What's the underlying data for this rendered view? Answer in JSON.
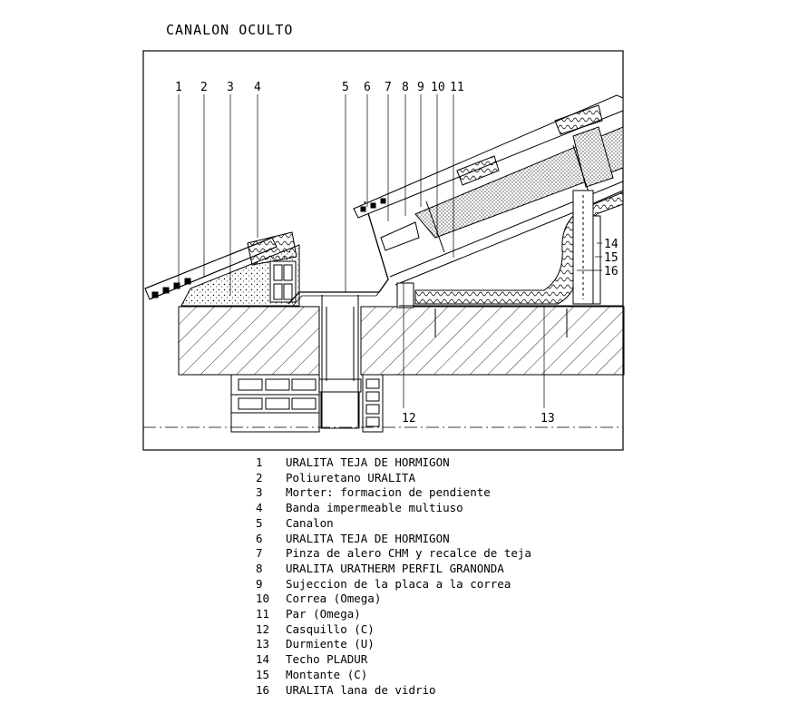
{
  "title": "CANALON OCULTO",
  "callouts_top": [
    "1",
    "2",
    "3",
    "4",
    "5",
    "6",
    "7",
    "8",
    "9",
    "10",
    "11"
  ],
  "callouts_right": [
    "14",
    "15",
    "16"
  ],
  "callouts_bottom": [
    "12",
    "13"
  ],
  "legend": [
    {
      "num": "1",
      "text": "URALITA TEJA DE HORMIGON"
    },
    {
      "num": "2",
      "text": "Poliuretano URALITA"
    },
    {
      "num": "3",
      "text": "Morter: formacion de pendiente"
    },
    {
      "num": "4",
      "text": "Banda impermeable multiuso"
    },
    {
      "num": "5",
      "text": "Canalon"
    },
    {
      "num": "6",
      "text": "URALITA TEJA DE HORMIGON"
    },
    {
      "num": "7",
      "text": "Pinza de alero CHM y recalce de teja"
    },
    {
      "num": "8",
      "text": "URALITA URATHERM PERFIL GRANONDA"
    },
    {
      "num": "9",
      "text": "Sujeccion de la placa a la correa"
    },
    {
      "num": "10",
      "text": "Correa (Omega)"
    },
    {
      "num": "11",
      "text": "Par (Omega)"
    },
    {
      "num": "12",
      "text": "Casquillo (C)"
    },
    {
      "num": "13",
      "text": "Durmiente (U)"
    },
    {
      "num": "14",
      "text": "Techo PLADUR"
    },
    {
      "num": "15",
      "text": "Montante (C)"
    },
    {
      "num": "16",
      "text": "URALITA lana de vidrio"
    }
  ]
}
